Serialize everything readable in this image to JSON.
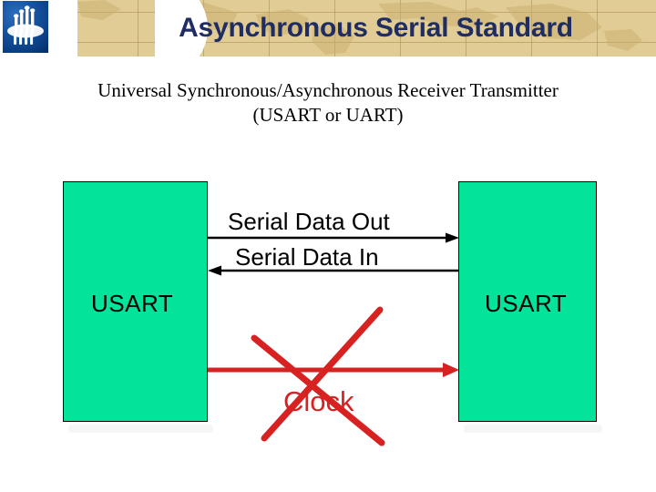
{
  "header": {
    "title": "Asynchronous Serial Standard",
    "title_color": "#1f2d62",
    "banner_color": "#e0cc94",
    "logo_name": "university-logo"
  },
  "subtitle": {
    "line1": "Universal Synchronous/Asynchronous Receiver Transmitter",
    "line2": "(USART or UART)"
  },
  "diagram": {
    "box_fill_color": "#03e39a",
    "left_box_label": "USART",
    "right_box_label": "USART",
    "signals": [
      {
        "label": "Serial Data Out",
        "direction": "left-to-right",
        "color": "#000000",
        "crossed_out": false
      },
      {
        "label": "Serial Data In",
        "direction": "right-to-left",
        "color": "#000000",
        "crossed_out": false
      },
      {
        "label": "Clock",
        "direction": "left-to-right",
        "color": "#d82222",
        "crossed_out": true
      }
    ],
    "cross_out_color": "#d82222"
  }
}
